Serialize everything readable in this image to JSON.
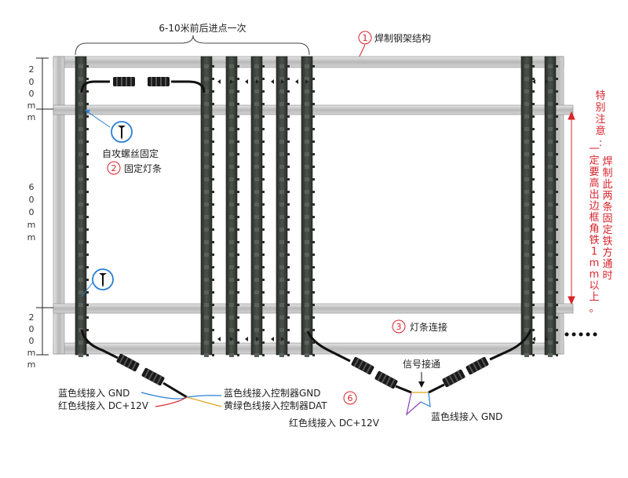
{
  "top_note": "6-10米前后进点一次",
  "steps": {
    "s1": {
      "num": "1",
      "text": "焊制钢架结构"
    },
    "s2": {
      "num": "2",
      "text": "固定灯条"
    },
    "s3": {
      "num": "3",
      "text": "灯条连接"
    },
    "s6": {
      "num": "6"
    }
  },
  "screw_label": "自攻螺丝固定",
  "signal_label": "信号接通",
  "wires": {
    "left_blue_gnd": "蓝色线接入 GND",
    "left_red_dc": "红色线接入 DC+12V",
    "ctrl_blue_gnd": "蓝色线接入控制器GND",
    "ctrl_yg_dat": "黄绿色线接入控制器DAT",
    "right_red_dc": "红色线接入 DC+12V",
    "right_blue_gnd": "蓝色线接入 GND"
  },
  "dims": {
    "top": [
      "2",
      "0",
      "0",
      "m",
      "m"
    ],
    "mid": [
      "6",
      "0",
      "0",
      "m",
      "m"
    ],
    "bot": [
      "2",
      "0",
      "0",
      "m",
      "m"
    ]
  },
  "special_note": {
    "title": [
      "特",
      "别",
      "注",
      "意",
      ":"
    ],
    "col1": [
      "焊",
      "制",
      "此",
      "两",
      "条",
      "固",
      "定",
      "铁",
      "方",
      "通",
      "时"
    ],
    "col2": [
      "一",
      "定",
      "要",
      "高",
      "出",
      "边",
      "框",
      "角",
      "铁",
      "1",
      "m",
      "m",
      "以",
      "上",
      "。"
    ]
  },
  "colors": {
    "accent_red": "#d8242b",
    "frame": "#c9c9c9",
    "strip": "#3a3f3a",
    "wire_blue": "#2a7fd4",
    "wire_red": "#d8242b",
    "wire_yellow": "#e3a21a"
  }
}
